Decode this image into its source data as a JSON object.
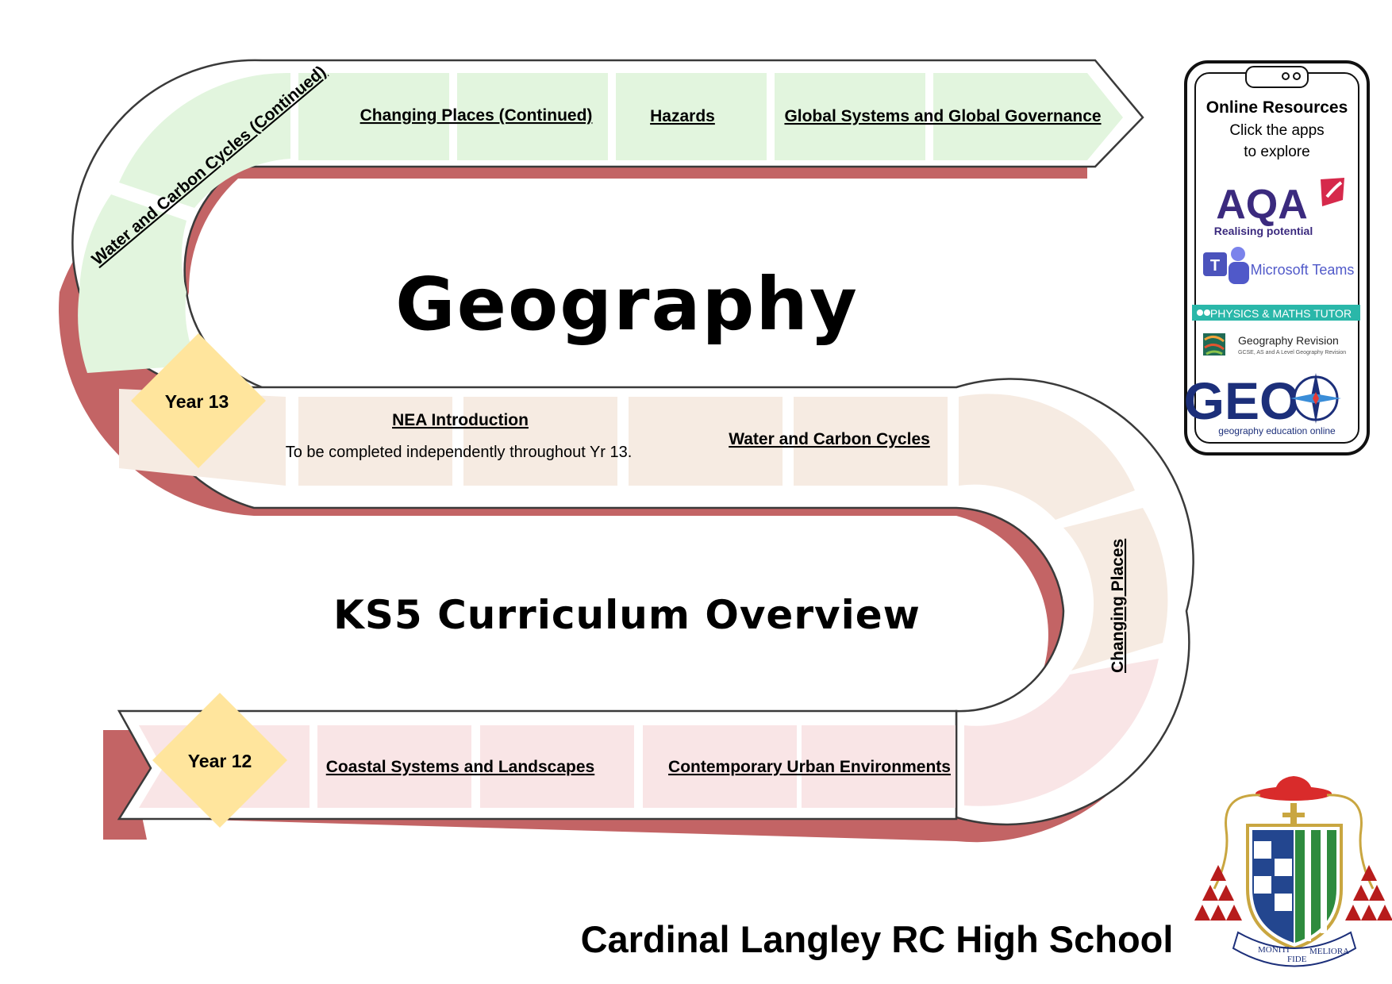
{
  "title": "Geography",
  "subtitle": "KS5 Curriculum Overview",
  "school_name": "Cardinal Langley RC High School",
  "years": {
    "year12": "Year 12",
    "year13": "Year 13"
  },
  "topics": {
    "coastal": "Coastal Systems and Landscapes",
    "urban": "Contemporary Urban Environments",
    "changing_places": "Changing Places",
    "water_carbon": "Water and Carbon Cycles",
    "nea_title": "NEA Introduction",
    "nea_note": "To be completed independently throughout Yr 13.",
    "water_carbon_cont": "Water and Carbon Cycles (Continued)",
    "changing_places_cont": "Changing Places (Continued)",
    "hazards": "Hazards",
    "global": "Global Systems and Global Governance"
  },
  "resources": {
    "heading": "Online Resources",
    "instructions_line1": "Click the apps",
    "instructions_line2": "to explore",
    "apps": {
      "aqa": {
        "name": "AQA",
        "tagline": "Realising potential",
        "color": "#3b2a7e",
        "accent": "#d6294b"
      },
      "teams": {
        "name": "Microsoft Teams",
        "color": "#5059c9"
      },
      "pmt": {
        "name": "PHYSICS & MATHS TUTOR",
        "color": "#2ab7a9"
      },
      "geo_revision": {
        "name": "Geography Revision",
        "tagline": "GCSE, AS and A Level Geography Revision"
      },
      "geo_online": {
        "name": "GEO",
        "tagline": "geography education online",
        "color": "#1c2f7a"
      }
    }
  },
  "crest": {
    "motto_words": [
      "MONITI",
      "FIDE",
      "MELIORA"
    ]
  },
  "colors": {
    "shadow": "#c36465",
    "green_tile": "#e2f5de",
    "beige_tile": "#f6ebe2",
    "pink_tile": "#f9e5e6",
    "year_diamond": "#ffe59d"
  }
}
